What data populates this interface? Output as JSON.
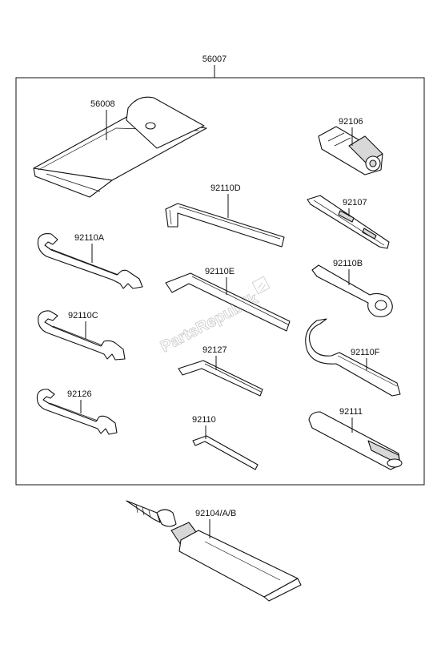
{
  "watermark": "PartsRepublik",
  "assembly": {
    "part_number": "56007"
  },
  "parts": [
    {
      "key": "tool-bag",
      "part_number": "56008"
    },
    {
      "key": "socket",
      "part_number": "92106"
    },
    {
      "key": "hex-key-d",
      "part_number": "92110D"
    },
    {
      "key": "screwdriver",
      "part_number": "92107"
    },
    {
      "key": "wrench-a",
      "part_number": "92110A"
    },
    {
      "key": "hex-key-e",
      "part_number": "92110E"
    },
    {
      "key": "ring-spanner-b",
      "part_number": "92110B"
    },
    {
      "key": "wrench-c",
      "part_number": "92110C"
    },
    {
      "key": "hex-key-small",
      "part_number": "92127"
    },
    {
      "key": "hook-spanner-f",
      "part_number": "92110F"
    },
    {
      "key": "wrench-small",
      "part_number": "92126"
    },
    {
      "key": "hex-key-mini",
      "part_number": "92110"
    },
    {
      "key": "handle-extension",
      "part_number": "92111"
    },
    {
      "key": "grease-tube",
      "part_number": "92104/A/B"
    }
  ]
}
